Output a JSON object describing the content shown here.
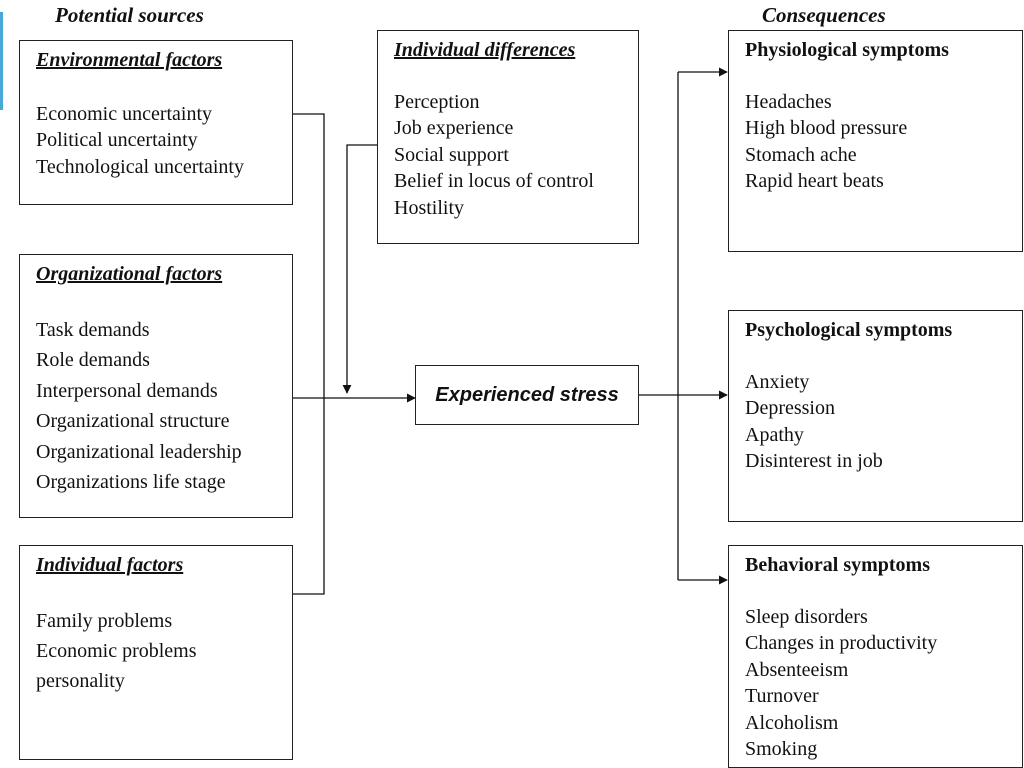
{
  "headings": {
    "left": "Potential sources",
    "right": "Consequences"
  },
  "environmental": {
    "title": "Environmental factors",
    "items": [
      "Economic uncertainty",
      "Political uncertainty",
      "Technological uncertainty"
    ]
  },
  "organizational": {
    "title": "Organizational factors",
    "items": [
      "Task demands",
      "Role demands",
      "Interpersonal demands",
      "Organizational structure",
      "Organizational leadership",
      "Organizations life stage"
    ]
  },
  "individual_factors": {
    "title": "Individual factors",
    "items": [
      "Family problems",
      "Economic problems",
      "personality"
    ]
  },
  "individual_differences": {
    "title": "Individual differences",
    "items": [
      "Perception",
      "Job experience",
      "Social support",
      "Belief in locus of control",
      "Hostility"
    ]
  },
  "center": {
    "label": "Experienced stress"
  },
  "physiological": {
    "title": "Physiological symptoms",
    "items": [
      "Headaches",
      "High blood pressure",
      "Stomach ache",
      "Rapid heart beats"
    ]
  },
  "psychological": {
    "title": "Psychological symptoms",
    "items": [
      "Anxiety",
      "Depression",
      "Apathy",
      "Disinterest in job"
    ]
  },
  "behavioral": {
    "title": "Behavioral symptoms",
    "items": [
      "Sleep disorders",
      "Changes in productivity",
      "Absenteeism",
      "Turnover",
      "Alcoholism",
      "Smoking"
    ]
  },
  "colors": {
    "line": "#111111",
    "accent": "#4aa8d8"
  }
}
